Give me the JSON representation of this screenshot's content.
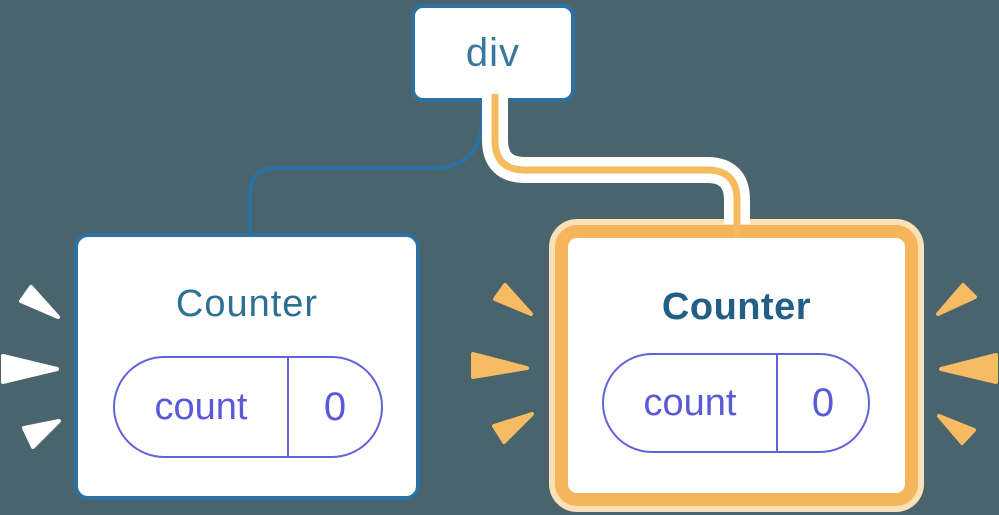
{
  "diagram": {
    "root_node": {
      "label": "div"
    },
    "children": [
      {
        "label": "Counter",
        "state_key": "count",
        "state_value": "0",
        "highlighted": false,
        "sparks": "white-spark-icons"
      },
      {
        "label": "Counter",
        "state_key": "count",
        "state_value": "0",
        "highlighted": true,
        "sparks": "orange-spark-icons"
      }
    ],
    "edges": [
      {
        "from": "div",
        "to": "left-counter",
        "style": "plain-blue"
      },
      {
        "from": "div",
        "to": "right-counter",
        "style": "orange-with-white-casing"
      }
    ],
    "colors": {
      "background": "#4a646d",
      "node_border_blue": "#2b72a2",
      "root_label_blue": "#38789f",
      "title_blue": "#2d7096",
      "title_blue_bold": "#215f86",
      "pill_purple_border": "#6262dc",
      "pill_purple_text": "#5a5ad8",
      "edge_orange": "#f6ba5f",
      "highlight_border_orange": "#f5b55a",
      "highlight_glow": "#fbe0b8",
      "spark_orange": "#f6bb63",
      "spark_white": "#ffffff",
      "edge_casing": "#ffffff",
      "card_background": "#ffffff"
    }
  }
}
